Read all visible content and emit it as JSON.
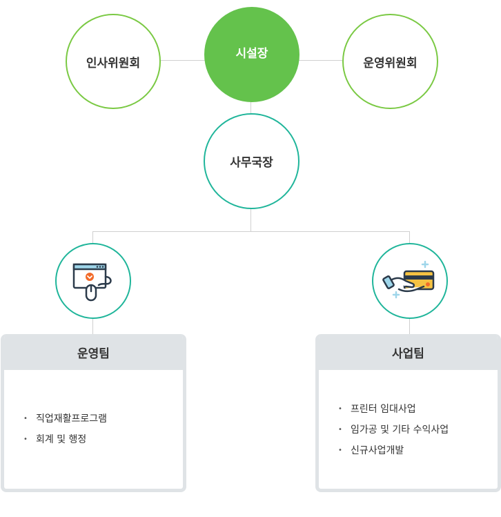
{
  "top": {
    "left_committee": "인사위원회",
    "director": "시설장",
    "right_committee": "운영위원회"
  },
  "middle": {
    "secretary_general": "사무국장"
  },
  "teams": [
    {
      "name": "운영팀",
      "icon": "computer-mouse-icon",
      "items": [
        "직업재활프로그램",
        "회계 및 행정"
      ]
    },
    {
      "name": "사업팀",
      "icon": "hand-card-icon",
      "items": [
        "프린터 임대사업",
        "임가공 및 기타 수익사업",
        "신규사업개발"
      ]
    }
  ],
  "colors": {
    "green": "#7ac943",
    "director_fill": "#64c24c",
    "teal": "#1fb59a",
    "team_header": "#dfe3e6"
  }
}
